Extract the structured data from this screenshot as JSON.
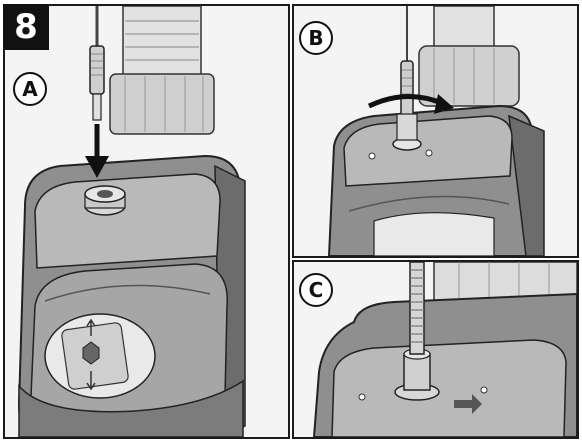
{
  "step_number": "8",
  "panels": {
    "a": {
      "label": "A"
    },
    "b": {
      "label": "B"
    },
    "c": {
      "label": "C"
    }
  },
  "colors": {
    "outline": "#1a1a1a",
    "device_body": "#8f8f8f",
    "device_top": "#b8b8b8",
    "metal": "#d6d6d6",
    "arrow": "#111111"
  }
}
